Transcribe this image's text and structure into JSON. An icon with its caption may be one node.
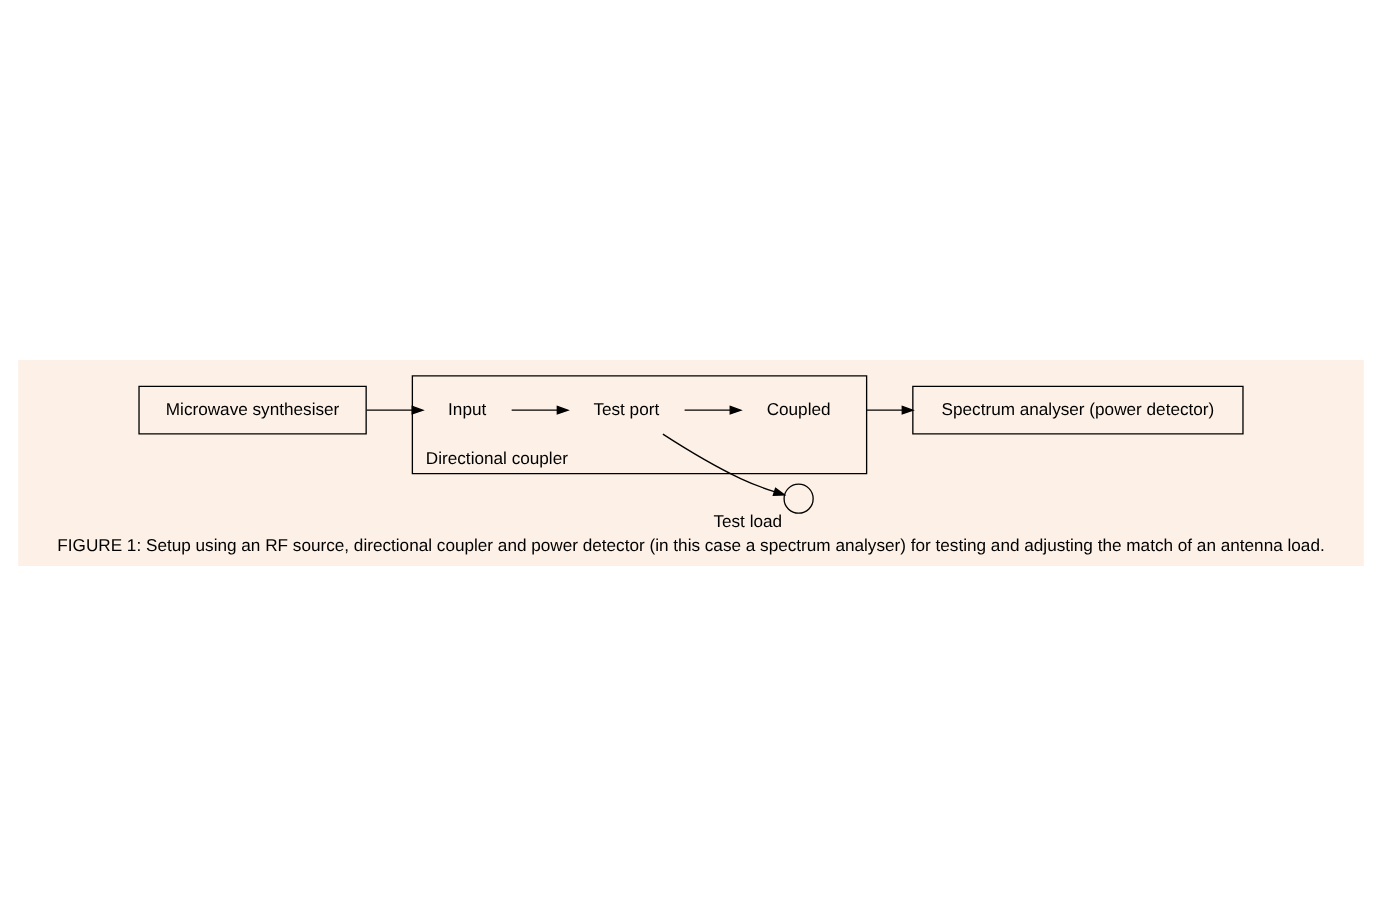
{
  "diagram": {
    "caption": "FIGURE 1: Setup using an RF source, directional coupler and power detector (in this case a spectrum analyser) for testing and adjusting the match of an antenna load.",
    "nodes": [
      {
        "text": [
          "Microwave synthesiser"
        ]
      },
      {
        "text": [
          "Directional coupler"
        ]
      },
      {
        "text": [
          "Input"
        ],
        "in": 1
      },
      {
        "text": [
          "Test port"
        ],
        "in": 1
      },
      {
        "text": [
          "Coupled"
        ],
        "in": 1
      },
      {
        "text": [],
        "shape": "circle",
        "beside": [
          "Test load"
        ]
      },
      {
        "text": [
          "Spectrum analyser (power detector)"
        ]
      }
    ],
    "edges": [
      {
        "from": 0,
        "to": 2,
        "arrow": "to"
      },
      {
        "from": 2,
        "to": 3,
        "arrow": "to"
      },
      {
        "from": 3,
        "to": 4,
        "arrow": "to"
      },
      {
        "from": 3,
        "to": 5,
        "arrow": "to"
      },
      {
        "from": 1,
        "to": 6,
        "arrow": "to"
      }
    ]
  }
}
